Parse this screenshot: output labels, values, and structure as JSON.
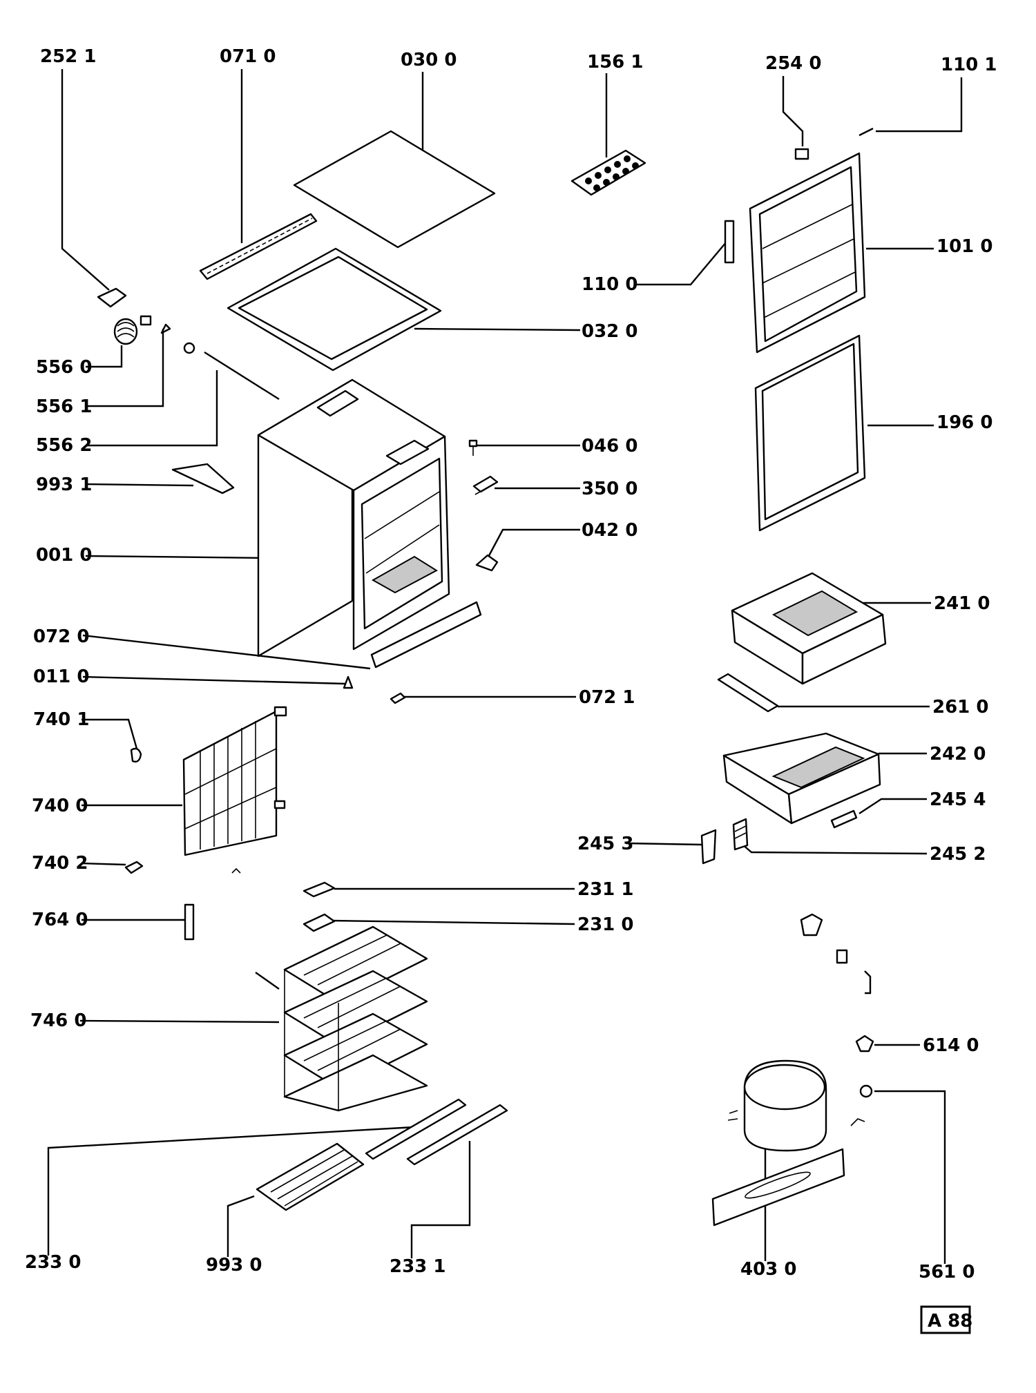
{
  "diagram": {
    "parts": [
      {
        "label": "252 1",
        "icon": "lamp-cover-icon"
      },
      {
        "label": "071 0",
        "icon": "rail-icon"
      },
      {
        "label": "030 0",
        "icon": "worktop-icon"
      },
      {
        "label": "156 1",
        "icon": "ice-tray-icon"
      },
      {
        "label": "254 0",
        "icon": "clip-icon"
      },
      {
        "label": "110 1",
        "icon": "screw-icon"
      },
      {
        "label": "101 0",
        "icon": "door-icon"
      },
      {
        "label": "110 0",
        "icon": "hinge-icon"
      },
      {
        "label": "032 0",
        "icon": "top-frame-icon"
      },
      {
        "label": "556 0",
        "icon": "thermostat-icon"
      },
      {
        "label": "556 1",
        "icon": "knob-icon"
      },
      {
        "label": "556 2",
        "icon": "cap-icon"
      },
      {
        "label": "196 0",
        "icon": "gasket-icon"
      },
      {
        "label": "046 0",
        "icon": "bolt-icon"
      },
      {
        "label": "993 1",
        "icon": "bracket-icon"
      },
      {
        "label": "350 0",
        "icon": "hinge-plate-icon"
      },
      {
        "label": "042 0",
        "icon": "foot-icon"
      },
      {
        "label": "001 0",
        "icon": "cabinet-icon"
      },
      {
        "label": "241 0",
        "icon": "drawer-icon"
      },
      {
        "label": "072 0",
        "icon": "kick-strip-icon"
      },
      {
        "label": "011 0",
        "icon": "plug-icon"
      },
      {
        "label": "072 1",
        "icon": "small-clip-icon"
      },
      {
        "label": "261 0",
        "icon": "front-strip-icon"
      },
      {
        "label": "740 1",
        "icon": "clamp-icon"
      },
      {
        "label": "242 0",
        "icon": "drawer-icon"
      },
      {
        "label": "740 0",
        "icon": "condenser-icon"
      },
      {
        "label": "245 4",
        "icon": "label-plate-icon"
      },
      {
        "label": "245 3",
        "icon": "flap-icon"
      },
      {
        "label": "245 2",
        "icon": "flap-hinge-icon"
      },
      {
        "label": "740 2",
        "icon": "pipe-clip-icon"
      },
      {
        "label": "231 1",
        "icon": "pad-icon"
      },
      {
        "label": "231 0",
        "icon": "pad-icon"
      },
      {
        "label": "764 0",
        "icon": "filter-drier-icon"
      },
      {
        "label": "746 0",
        "icon": "evaporator-icon"
      },
      {
        "label": "614 0",
        "icon": "relay-icon"
      },
      {
        "label": "561 0",
        "icon": "grommet-icon"
      },
      {
        "label": "233 0",
        "icon": "shelf-rail-icon"
      },
      {
        "label": "993 0",
        "icon": "bracket-icon"
      },
      {
        "label": "233 1",
        "icon": "shelf-rail-icon"
      },
      {
        "label": "403 0",
        "icon": "compressor-icon"
      }
    ],
    "code": "A 88"
  }
}
